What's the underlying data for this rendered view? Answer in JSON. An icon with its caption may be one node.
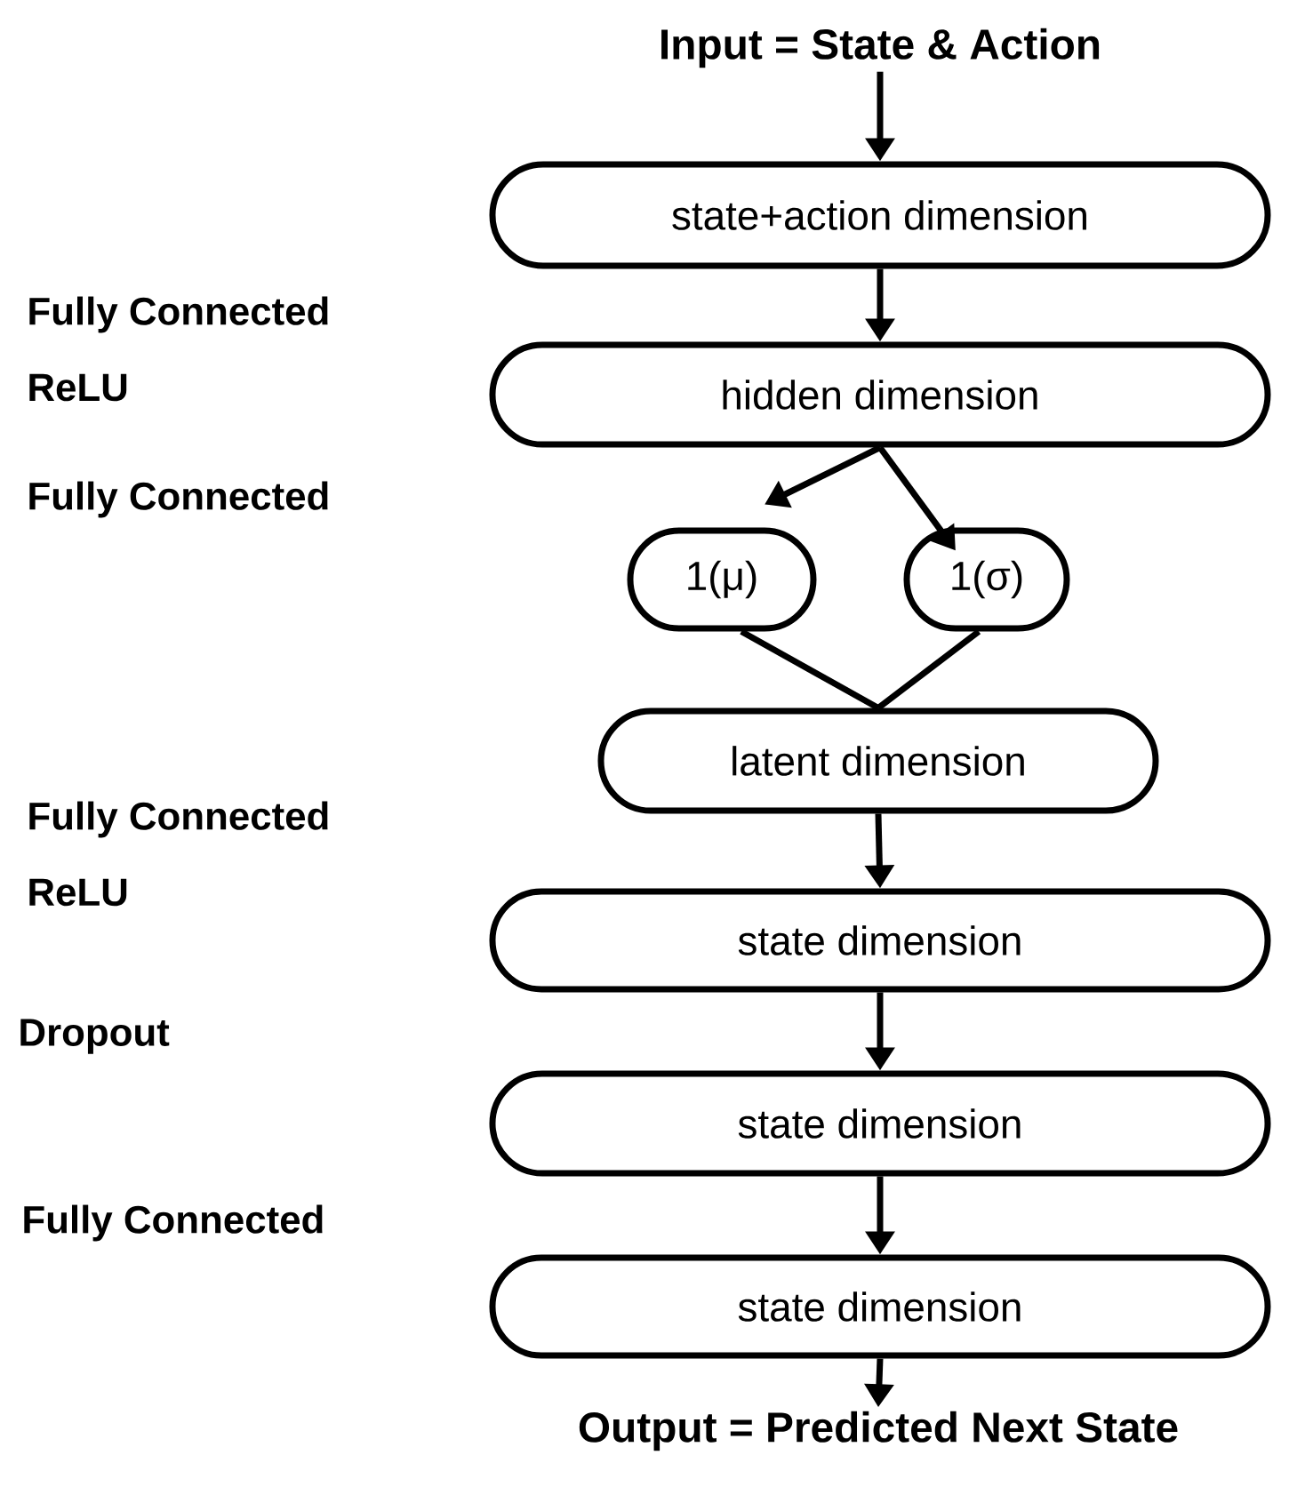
{
  "diagram": {
    "nodes": [
      {
        "text": [
          "Input = State & Action"
        ]
      },
      {
        "text": [
          "state+action dimension"
        ]
      },
      {
        "text": [
          "hidden dimension"
        ]
      },
      {
        "text": [
          "1(μ)"
        ]
      },
      {
        "text": [
          "1(σ)"
        ]
      },
      {
        "text": [
          "latent dimension"
        ]
      },
      {
        "text": [
          "state dimension"
        ]
      },
      {
        "text": [
          "state dimension"
        ]
      },
      {
        "text": [
          "state dimension"
        ]
      },
      {
        "text": [
          "Output = Predicted Next State"
        ]
      }
    ],
    "edges": [
      {
        "from": 0,
        "to": 1,
        "arrow": "to"
      },
      {
        "from": 1,
        "to": 2,
        "arrow": "to"
      },
      {
        "from": 2,
        "to": 3,
        "arrow": "to"
      },
      {
        "from": 2,
        "to": 4,
        "arrow": "to"
      },
      {
        "from": 3,
        "to": 5,
        "arrow": "none"
      },
      {
        "from": 4,
        "to": 5,
        "arrow": "none"
      },
      {
        "from": 5,
        "to": 6,
        "arrow": "to"
      },
      {
        "from": 6,
        "to": 7,
        "arrow": "to"
      },
      {
        "from": 7,
        "to": 8,
        "arrow": "to"
      },
      {
        "from": 8,
        "to": 9,
        "arrow": "to"
      }
    ],
    "labels": [
      "Fully Connected",
      "ReLU",
      "Fully Connected",
      "Fully Connected",
      "ReLU",
      "Dropout",
      "Fully Connected"
    ]
  }
}
